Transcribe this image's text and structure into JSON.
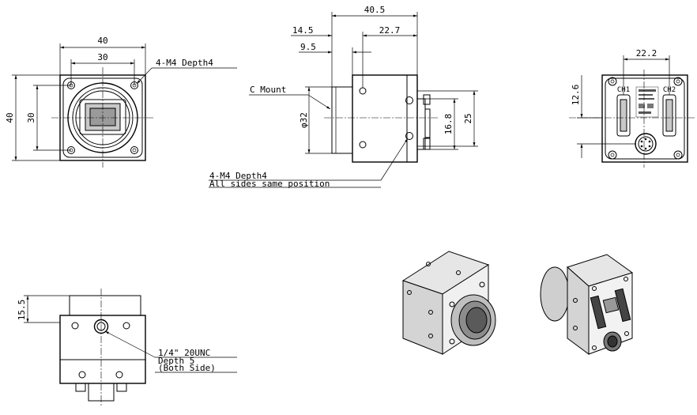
{
  "front_view": {
    "dim_width_outer": "40",
    "dim_width_holes": "30",
    "dim_height_outer": "40",
    "dim_height_holes": "30",
    "hole_note": "4-M4 Depth4"
  },
  "side_view": {
    "dim_total_length": "40.5",
    "dim_14_5": "14.5",
    "dim_22_7": "22.7",
    "dim_9_5": "9.5",
    "mount_label": "C Mount",
    "dim_diameter": "φ32",
    "dim_16_8": "16.8",
    "dim_25": "25",
    "hole_note_line1": "4-M4 Depth4",
    "hole_note_line2": "All sides same position"
  },
  "rear_view": {
    "dim_22_2": "22.2",
    "dim_12_6": "12.6",
    "ch1_label": "CH1",
    "ch2_label": "CH2"
  },
  "bottom_view": {
    "dim_15_5": "15.5",
    "tripod_note_line1": "1/4\" 20UNC",
    "tripod_note_line2": "Depth 5",
    "tripod_note_line3": "(Both Side)"
  }
}
